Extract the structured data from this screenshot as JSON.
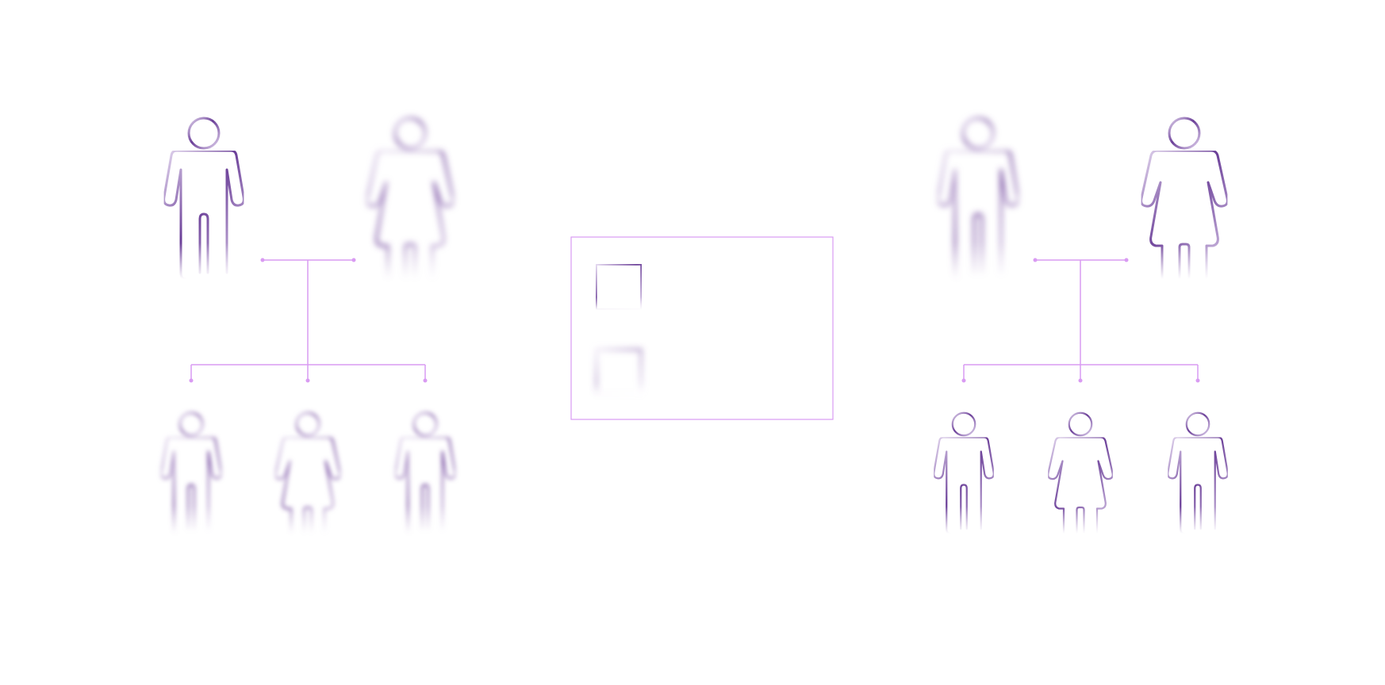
{
  "diagram": {
    "type": "family-inheritance-pedigree",
    "line_color": "#d99bf2",
    "figure_colors": {
      "dark": "#6b3f98",
      "light": "#d8c8ea"
    },
    "families": [
      {
        "id": "left",
        "parents": [
          {
            "gender": "male",
            "state": "sharp"
          },
          {
            "gender": "female",
            "state": "blurred"
          }
        ],
        "children": [
          {
            "gender": "male",
            "state": "blurred"
          },
          {
            "gender": "female",
            "state": "blurred"
          },
          {
            "gender": "male",
            "state": "blurred"
          }
        ]
      },
      {
        "id": "right",
        "parents": [
          {
            "gender": "male",
            "state": "blurred"
          },
          {
            "gender": "female",
            "state": "sharp"
          }
        ],
        "children": [
          {
            "gender": "male",
            "state": "sharp"
          },
          {
            "gender": "female",
            "state": "sharp"
          },
          {
            "gender": "male",
            "state": "sharp"
          }
        ]
      }
    ],
    "legend": {
      "border_color": "#d99bf2",
      "items": [
        {
          "symbol": "square-sharp"
        },
        {
          "symbol": "square-blurred"
        }
      ]
    }
  }
}
